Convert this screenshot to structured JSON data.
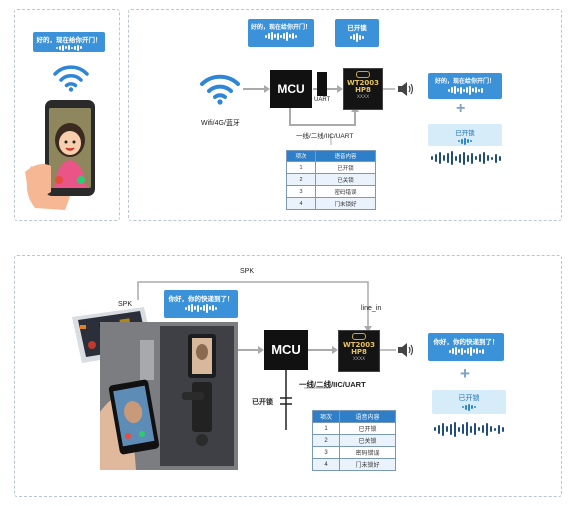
{
  "top": {
    "phone_bubble": "好的，现在给你开门！",
    "mcu_label": "MCU",
    "uart_label": "UART",
    "wireless_label": "Wifi/4G/蓝牙",
    "bus_label": "一线/二线/IIC/UART",
    "bubble_top_left": "好的，现在给你开门！",
    "bubble_top_right": "已开锁",
    "bubble_out_1": "好的，现在给你开门！",
    "bubble_out_2": "已开锁",
    "plus": "+",
    "chip": {
      "line1": "WT2003",
      "line2": "HP8",
      "line3": "XXXX"
    },
    "table": {
      "headers": [
        "项次",
        "语音内容"
      ],
      "rows": [
        [
          "1",
          "已开锁"
        ],
        [
          "2",
          "已关锁"
        ],
        [
          "3",
          "密码错误"
        ],
        [
          "4",
          "门未锁好"
        ]
      ]
    }
  },
  "bottom": {
    "spk_top": "SPK",
    "spk_board": "SPK",
    "line_in": "line_in",
    "board_bubble": "你好，你的快递到了！",
    "mcu_label": "MCU",
    "bus_label": "一线/二线/IIC/UART",
    "unlock_label": "已开锁",
    "bubble_out_1": "你好，你的快递到了！",
    "bubble_out_2": "已开锁",
    "plus": "+",
    "chip": {
      "line1": "WT2003",
      "line2": "HP8",
      "line3": "XXXX"
    },
    "table": {
      "headers": [
        "项次",
        "语音内容"
      ],
      "rows": [
        [
          "1",
          "已开锁"
        ],
        [
          "2",
          "已关锁"
        ],
        [
          "3",
          "密码错误"
        ],
        [
          "4",
          "门未锁好"
        ]
      ]
    }
  },
  "colors": {
    "bubble": "#3b92d8",
    "bubble_light": "#d6ecf8",
    "table_header": "#2e7fc7",
    "panel_border": "#b9c6d4"
  }
}
